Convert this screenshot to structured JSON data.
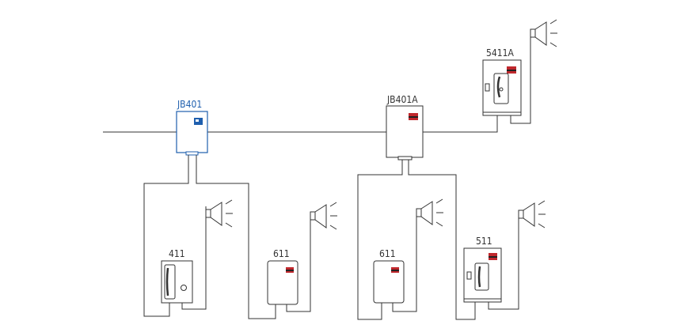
{
  "diagram": {
    "labels": {
      "jb401": "JB401",
      "jb401a": "JB401A",
      "dev_5411a": "5411A",
      "dev_411": "411",
      "dev_611_left": "611",
      "dev_611_right": "611",
      "dev_511": "511"
    }
  },
  "colors": {
    "line": "#333333",
    "highlight": "#1f5fae",
    "logo_red": "#c0282d",
    "logo_dark": "#222222"
  }
}
